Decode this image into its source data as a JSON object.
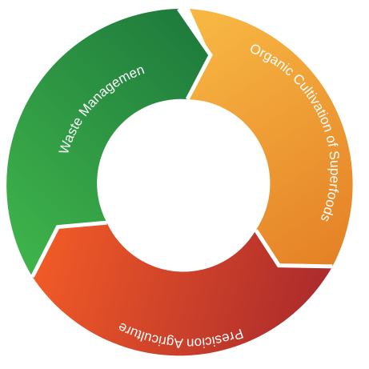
{
  "cycle": {
    "segments": [
      {
        "id": "waste",
        "label": "Waste Management",
        "color_start": "#3db14a",
        "color_end": "#1e7a3c"
      },
      {
        "id": "organic",
        "label": "Organic Cultivation of Superfoods",
        "color_start": "#f7b542",
        "color_end": "#e47f25"
      },
      {
        "id": "precision",
        "label": "Presicion Agriculture",
        "color_start": "#f05a27",
        "color_end": "#a8282c"
      }
    ]
  }
}
